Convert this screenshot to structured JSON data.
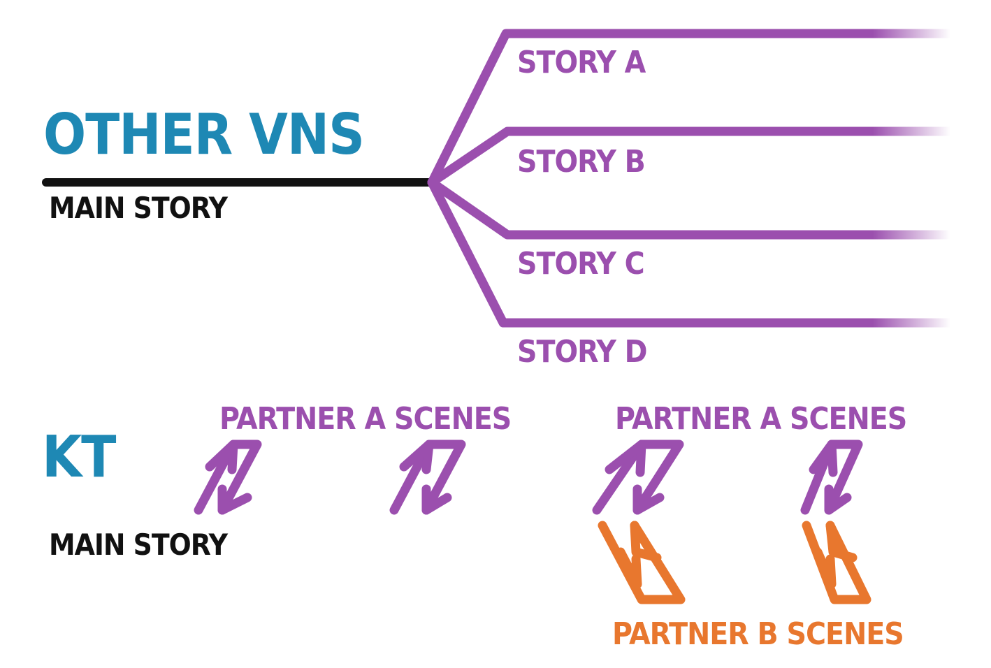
{
  "colors": {
    "heading": "#1e88b4",
    "line": "#111111",
    "branch": "#9b4fae",
    "partner_b": "#e8772e",
    "background": "#ffffff"
  },
  "top": {
    "heading": "OTHER VNS",
    "main_label": "MAIN STORY",
    "branches": [
      "STORY A",
      "STORY B",
      "STORY C",
      "STORY D"
    ]
  },
  "bottom": {
    "heading": "KT",
    "main_label": "MAIN STORY",
    "partner_a_labels": [
      "PARTNER A SCENES",
      "PARTNER A SCENES"
    ],
    "partner_b_label": "PARTNER B SCENES"
  }
}
